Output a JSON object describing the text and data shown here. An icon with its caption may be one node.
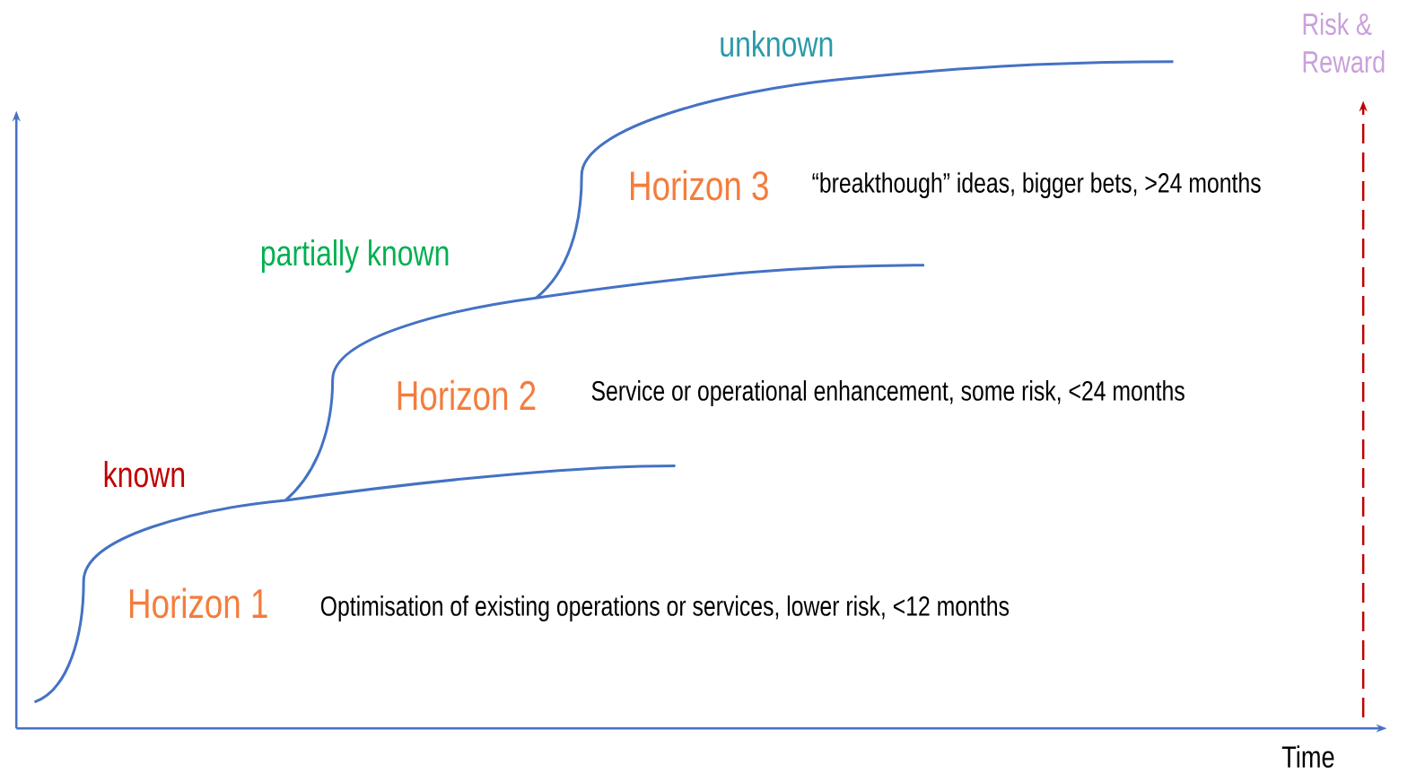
{
  "diagram": {
    "labels": [
      "unknown",
      "Risk & Reward",
      "Horizon 3",
      "“breakthough” ideas,  bigger bets, >24 months",
      "partially known",
      "Horizon 2",
      "Service or operational enhancement, some risk, <24 months",
      "known",
      "Horizon 1",
      "Optimisation of existing operations or services, lower risk, <12 months",
      "Time"
    ]
  }
}
